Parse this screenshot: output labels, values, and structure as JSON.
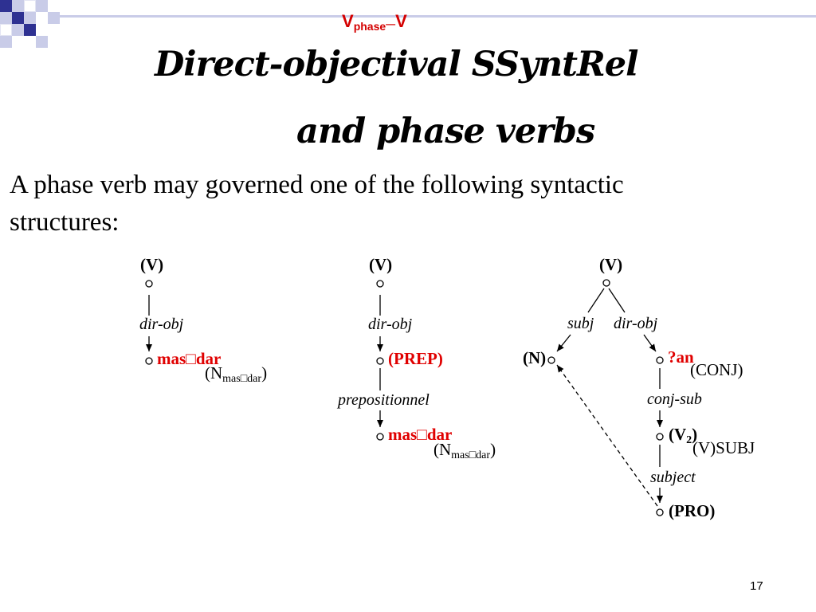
{
  "header": {
    "v1": "V",
    "sub": "phase",
    "v2": "V"
  },
  "title": {
    "line1": "Direct-objectival SSyntRel",
    "line2": "and phase verbs"
  },
  "body": {
    "line1": "A phase verb may governed one of the following syntactic",
    "line2": "structures:"
  },
  "tree1": {
    "root": "(V)",
    "rel": "dir-obj",
    "dep": "mas□dar",
    "gloss_open": "(N",
    "gloss_sub": "mas□dar",
    "gloss_close": ")"
  },
  "tree2": {
    "root": "(V)",
    "rel1": "dir-obj",
    "dep1": "(PREP)",
    "rel2": "prepositionnel",
    "dep2": "mas□dar",
    "gloss_open": "(N",
    "gloss_sub": "mas□dar",
    "gloss_close": ")"
  },
  "tree3": {
    "root": "(V)",
    "rel_left": "subj",
    "rel_right": "dir-obj",
    "left_node": "(N)",
    "conj_word": "?an",
    "conj_gloss": "(CONJ)",
    "rel_conj": "conj-sub",
    "v2_open": "(V",
    "v2_sub": "2",
    "v2_close": ")",
    "v2_gloss": "(V)SUBJ",
    "rel_subject": "subject",
    "pro": "(PRO)"
  },
  "page_number": "17",
  "colors": {
    "accent_red": "#e00000",
    "deco_blue": "#2e3192",
    "deco_light": "#c9cce8"
  }
}
